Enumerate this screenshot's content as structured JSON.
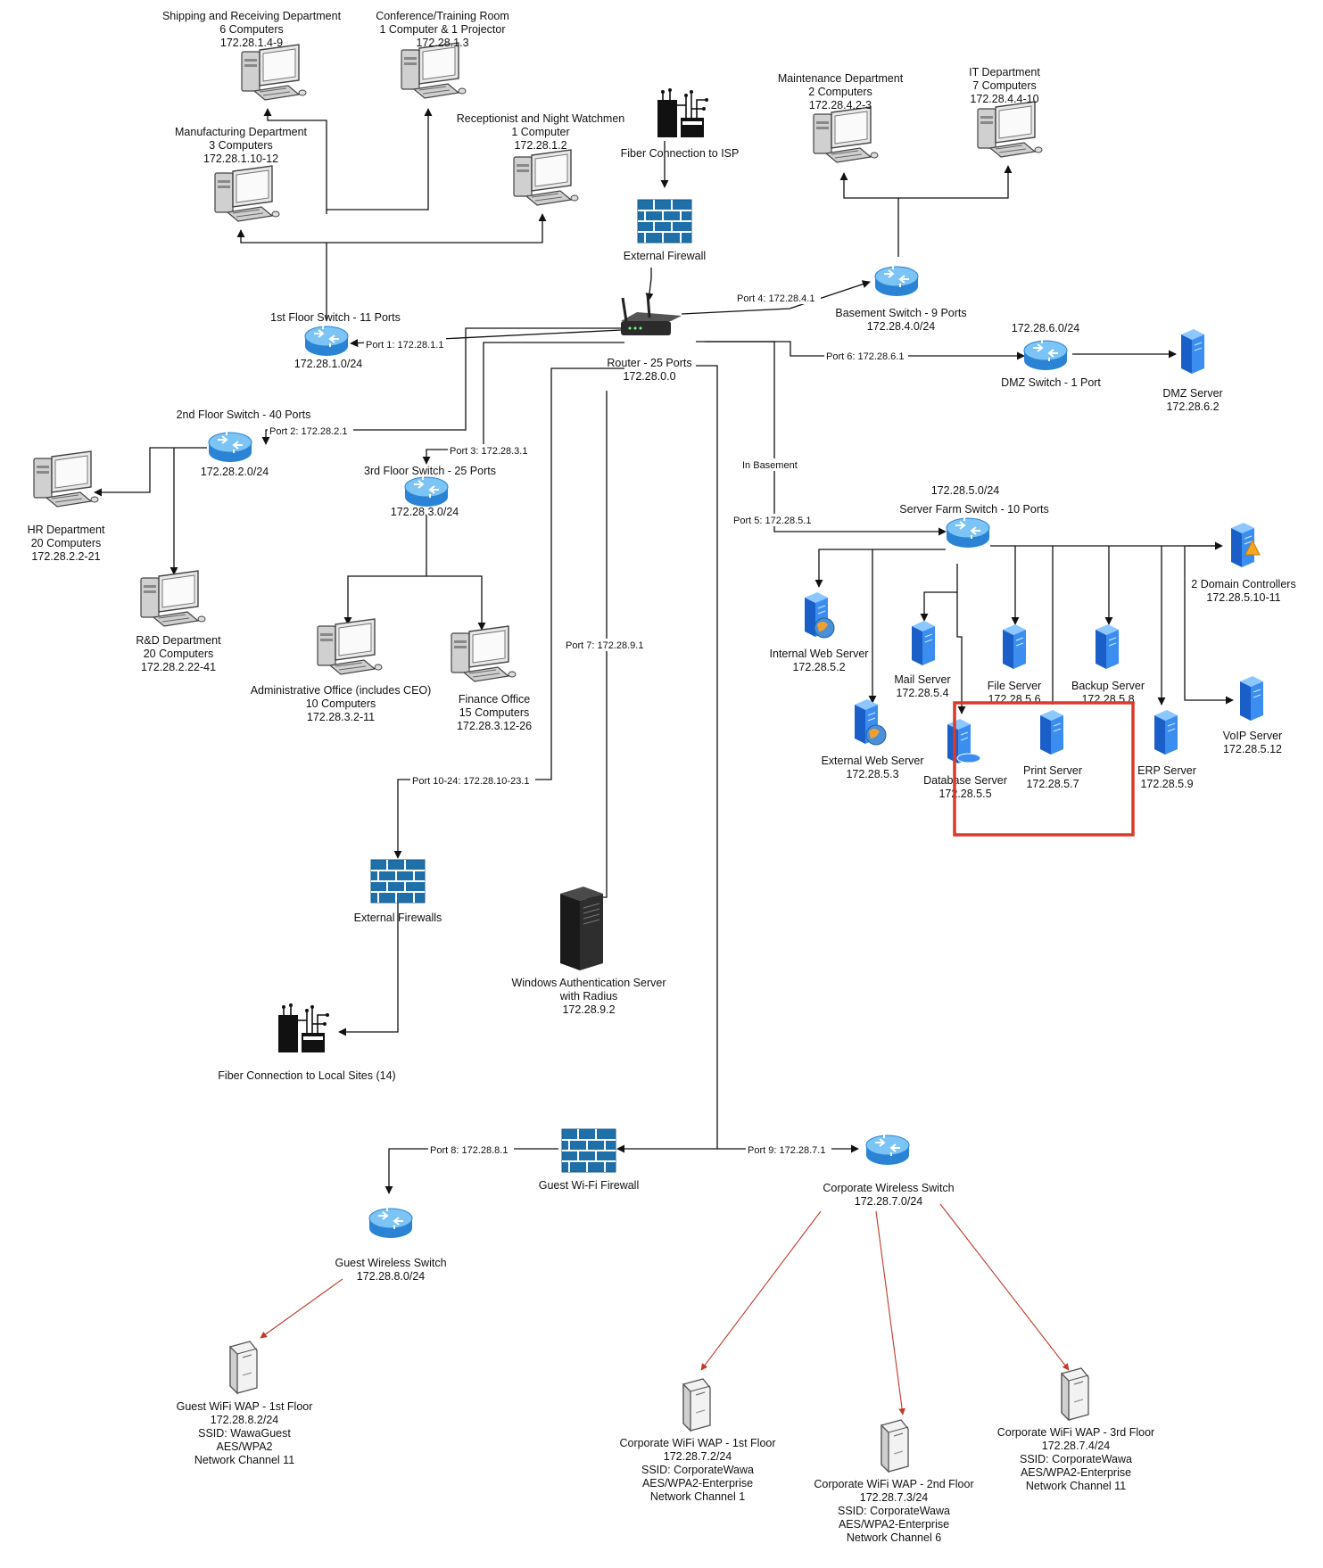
{
  "nodes": {
    "shipping": {
      "icon": "computer-icon",
      "lines": [
        "Shipping and Receiving Department",
        "6 Computers",
        "172.28.1.4-9"
      ]
    },
    "conference": {
      "icon": "computer-icon",
      "lines": [
        "Conference/Training Room",
        "1 Computer & 1 Projector",
        "172.28.1.3"
      ]
    },
    "manufacturing": {
      "icon": "computer-icon",
      "lines": [
        "Manufacturing Department",
        "3 Computers",
        "172.28.1.10-12"
      ]
    },
    "receptionist": {
      "icon": "computer-icon",
      "lines": [
        "Receptionist and Night Watchmen",
        "1 Computer",
        "172.28.1.2"
      ]
    },
    "fiber_isp": {
      "icon": "fiber-icon",
      "lines": [
        "Fiber Connection to ISP"
      ]
    },
    "external_firewall": {
      "icon": "firewall-icon",
      "lines": [
        "External Firewall"
      ]
    },
    "maintenance": {
      "icon": "computer-icon",
      "lines": [
        "Maintenance Department",
        "2 Computers",
        "172.28.4.2-3"
      ]
    },
    "it_dept": {
      "icon": "computer-icon",
      "lines": [
        "IT Department",
        "7 Computers",
        "172.28.4.4-10"
      ]
    },
    "floor1_switch": {
      "icon": "switch-icon",
      "lines": [
        "1st Floor Switch - 11 Ports"
      ],
      "sub": [
        "172.28.1.0/24"
      ]
    },
    "router": {
      "icon": "router-icon",
      "lines": [
        "Router - 25 Ports",
        "172.28.0.0"
      ]
    },
    "basement_switch": {
      "icon": "switch-icon",
      "lines": [
        "Basement Switch - 9 Ports",
        "172.28.4.0/24"
      ]
    },
    "dmz_switch": {
      "icon": "switch-icon",
      "lines": [
        "172.28.6.0/24"
      ],
      "sub": [
        "DMZ Switch - 1 Port"
      ]
    },
    "dmz_server": {
      "icon": "server-icon",
      "lines": [
        "DMZ Server",
        "172.28.6.2"
      ]
    },
    "floor2_switch": {
      "icon": "switch-icon",
      "lines": [
        "2nd Floor Switch - 40 Ports"
      ],
      "sub": [
        "172.28.2.0/24"
      ]
    },
    "floor3_switch": {
      "icon": "switch-icon",
      "lines": [
        "3rd Floor Switch - 25 Ports"
      ],
      "sub": [
        "172.28.3.0/24"
      ]
    },
    "hr": {
      "icon": "computer-icon",
      "lines": [
        "HR Department",
        "20 Computers",
        "172.28.2.2-21"
      ]
    },
    "rd": {
      "icon": "computer-icon",
      "lines": [
        "R&D Department",
        "20 Computers",
        "172.28.2.22-41"
      ]
    },
    "admin": {
      "icon": "computer-icon",
      "lines": [
        "Administrative Office (includes CEO)",
        "10 Computers",
        "172.28.3.2-11"
      ]
    },
    "finance": {
      "icon": "computer-icon",
      "lines": [
        "Finance Office",
        "15 Computers",
        "172.28.3.12-26"
      ]
    },
    "server_farm_switch": {
      "icon": "switch-icon",
      "lines": [
        "172.28.5.0/24",
        "Server Farm Switch - 10 Ports"
      ]
    },
    "domain_controllers": {
      "icon": "domain-controller-icon",
      "lines": [
        "2 Domain Controllers",
        "172.28.5.10-11"
      ]
    },
    "internal_web": {
      "icon": "web-server-icon",
      "lines": [
        "Internal Web Server",
        "172.28.5.2"
      ]
    },
    "mail": {
      "icon": "server-icon",
      "lines": [
        "Mail Server",
        "172.28.5.4"
      ]
    },
    "file": {
      "icon": "server-icon",
      "lines": [
        "File Server",
        "172.28.5.6"
      ]
    },
    "backup": {
      "icon": "server-icon",
      "lines": [
        "Backup Server",
        "172.28.5.8"
      ]
    },
    "voip": {
      "icon": "server-icon",
      "lines": [
        "VoIP Server",
        "172.28.5.12"
      ]
    },
    "external_web": {
      "icon": "web-server-icon",
      "lines": [
        "External Web Server",
        "172.28.5.3"
      ]
    },
    "database": {
      "icon": "database-server-icon",
      "lines": [
        "Database Server",
        "172.28.5.5"
      ]
    },
    "print": {
      "icon": "server-icon",
      "lines": [
        "Print Server",
        "172.28.5.7"
      ]
    },
    "erp": {
      "icon": "server-icon",
      "lines": [
        "ERP Server",
        "172.28.5.9"
      ]
    },
    "external_firewalls": {
      "icon": "firewall-icon",
      "lines": [
        "External Firewalls"
      ]
    },
    "windows_auth": {
      "icon": "tower-server-icon",
      "lines": [
        "Windows Authentication Server",
        "with Radius",
        "172.28.9.2"
      ]
    },
    "fiber_local": {
      "icon": "fiber-icon",
      "lines": [
        "Fiber Connection to Local Sites (14)"
      ]
    },
    "guest_firewall": {
      "icon": "firewall-icon",
      "lines": [
        "Guest Wi-Fi Firewall"
      ]
    },
    "corp_wireless_switch": {
      "icon": "switch-icon",
      "lines": [
        "Corporate Wireless Switch",
        "172.28.7.0/24"
      ]
    },
    "guest_wireless_switch": {
      "icon": "switch-icon",
      "lines": [
        "Guest Wireless Switch",
        "172.28.8.0/24"
      ]
    },
    "guest_wap": {
      "icon": "wap-icon",
      "lines": [
        "Guest WiFi WAP - 1st Floor",
        "172.28.8.2/24",
        "SSID: WawaGuest",
        "AES/WPA2",
        "Network Channel 11"
      ]
    },
    "corp_wap1": {
      "icon": "wap-icon",
      "lines": [
        "Corporate WiFi WAP - 1st Floor",
        "172.28.7.2/24",
        "SSID: CorporateWawa",
        "AES/WPA2-Enterprise",
        "Network Channel 1"
      ]
    },
    "corp_wap2": {
      "icon": "wap-icon",
      "lines": [
        "Corporate WiFi WAP - 2nd Floor",
        "172.28.7.3/24",
        "SSID: CorporateWawa",
        "AES/WPA2-Enterprise",
        "Network Channel 6"
      ]
    },
    "corp_wap3": {
      "icon": "wap-icon",
      "lines": [
        "Corporate WiFi WAP - 3rd Floor",
        "172.28.7.4/24",
        "SSID: CorporateWawa",
        "AES/WPA2-Enterprise",
        "Network Channel 11"
      ]
    }
  },
  "ports": {
    "p1": "Port 1: 172.28.1.1",
    "p2": "Port 2: 172.28.2.1",
    "p3": "Port 3: 172.28.3.1",
    "p4": "Port 4: 172.28.4.1",
    "p5": "Port 5: 172.28.5.1",
    "p6": "Port 6: 172.28.6.1",
    "p7": "Port 7: 172.28.9.1",
    "p8": "Port 8: 172.28.8.1",
    "p9": "Port 9: 172.28.7.1",
    "p10": "Port 10-24: 172.28.10-23.1",
    "basement": "In Basement"
  },
  "colors": {
    "switch": "#3d9be9",
    "server": "#1f6fd6",
    "firewall": "#2a7ab0",
    "highlight": "#d93a2b",
    "wireless_link": "#c0392b"
  }
}
